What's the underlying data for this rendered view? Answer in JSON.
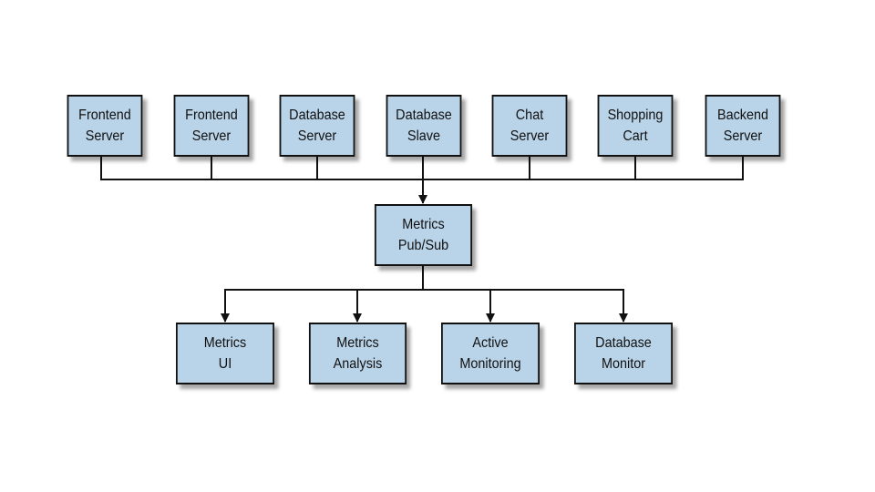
{
  "colors": {
    "box_fill": "#b9d3e8",
    "box_border": "#111111",
    "line": "#111111",
    "background": "#ffffff"
  },
  "sources": [
    {
      "line1": "Frontend",
      "line2": "Server"
    },
    {
      "line1": "Frontend",
      "line2": "Server"
    },
    {
      "line1": "Database",
      "line2": "Server"
    },
    {
      "line1": "Database",
      "line2": "Slave"
    },
    {
      "line1": "Chat",
      "line2": "Server"
    },
    {
      "line1": "Shopping",
      "line2": "Cart"
    },
    {
      "line1": "Backend",
      "line2": "Server"
    }
  ],
  "hub": {
    "line1": "Metrics",
    "line2": "Pub/Sub"
  },
  "consumers": [
    {
      "line1": "Metrics",
      "line2": "UI"
    },
    {
      "line1": "Metrics",
      "line2": "Analysis"
    },
    {
      "line1": "Active",
      "line2": "Monitoring"
    },
    {
      "line1": "Database",
      "line2": "Monitor"
    }
  ]
}
